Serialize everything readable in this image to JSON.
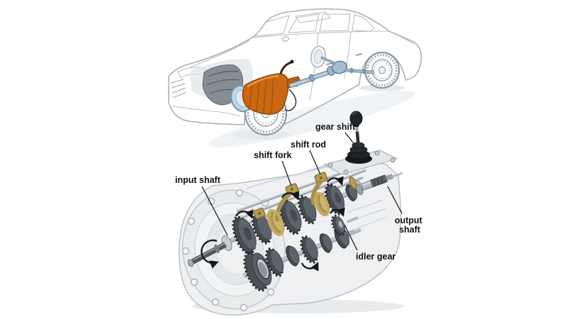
{
  "figure": {
    "labels": {
      "input_shaft": "input shaft",
      "shift_fork": "shift fork",
      "shift_rod": "shift rod",
      "gear_shift": "gear shift",
      "output_shaft_line1": "output",
      "output_shaft_line2": "shaft",
      "idler_gear": "idler gear"
    },
    "colors": {
      "background": "#ffffff",
      "transmission_orange": "#c96712",
      "transmission_orange_dark": "#8f4509",
      "transmission_orange_light": "#eba04b",
      "bell_ring_blue": "#bcd6e4",
      "driveline_blue": "#a6bccd",
      "driveline_blue_dark": "#5f7c95",
      "brass": "#b49b52",
      "brass_dark": "#7e6b2e",
      "brass_light": "#cdb76e",
      "gear_dark": "#464b52",
      "gear_mid": "#5d636b",
      "shaft_gray": "#a9afb6",
      "housing_fill": "#eef0f2",
      "housing_line": "#bcc1c7",
      "car_line": "#a9b1b8",
      "label_text": "#111111",
      "leader_line": "#1c1c1c"
    }
  }
}
